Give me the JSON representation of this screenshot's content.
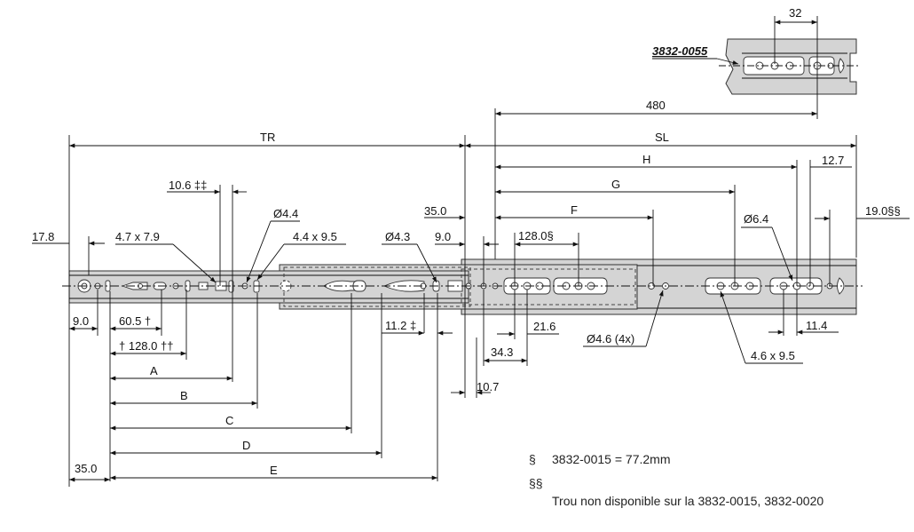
{
  "part_number": "3832-0055",
  "dims": {
    "d32": "32",
    "d480": "480",
    "tr": "TR",
    "sl": "SL",
    "h": "H",
    "d12_7": "12.7",
    "g": "G",
    "d10_6": "10.6 ‡‡",
    "d35_top": "35.0",
    "f": "F",
    "d19": "19.0§§",
    "d17_8": "17.8",
    "d4_7": "4.7 x 7.9",
    "dia4_4": "Ø4.4",
    "d4_4x9_5": "4.4 x 9.5",
    "dia4_3": "Ø4.3",
    "d9_top": "9.0",
    "d128s": "128.0§",
    "dia6_4": "Ø6.4",
    "d9_left": "9.0",
    "d60_5": "60.5 †",
    "d11_2": "11.2 ‡",
    "d21_6": "21.6",
    "dia4_6": "Ø4.6 (4x)",
    "d11_4": "11.4",
    "d128cc": "† 128.0 ††",
    "d34_3": "34.3",
    "d4_6x9_5": "4.6 x 9.5",
    "a": "A",
    "d10_7": "10.7",
    "b": "B",
    "c": "C",
    "d": "D",
    "e": "E",
    "d35_bot": "35.0"
  },
  "notes": {
    "sym1": "§",
    "text1": "3832-0015 = 77.2mm",
    "sym2": "§§",
    "text2": "Trou non disponible sur la 3832-0015, 3832-0020"
  }
}
